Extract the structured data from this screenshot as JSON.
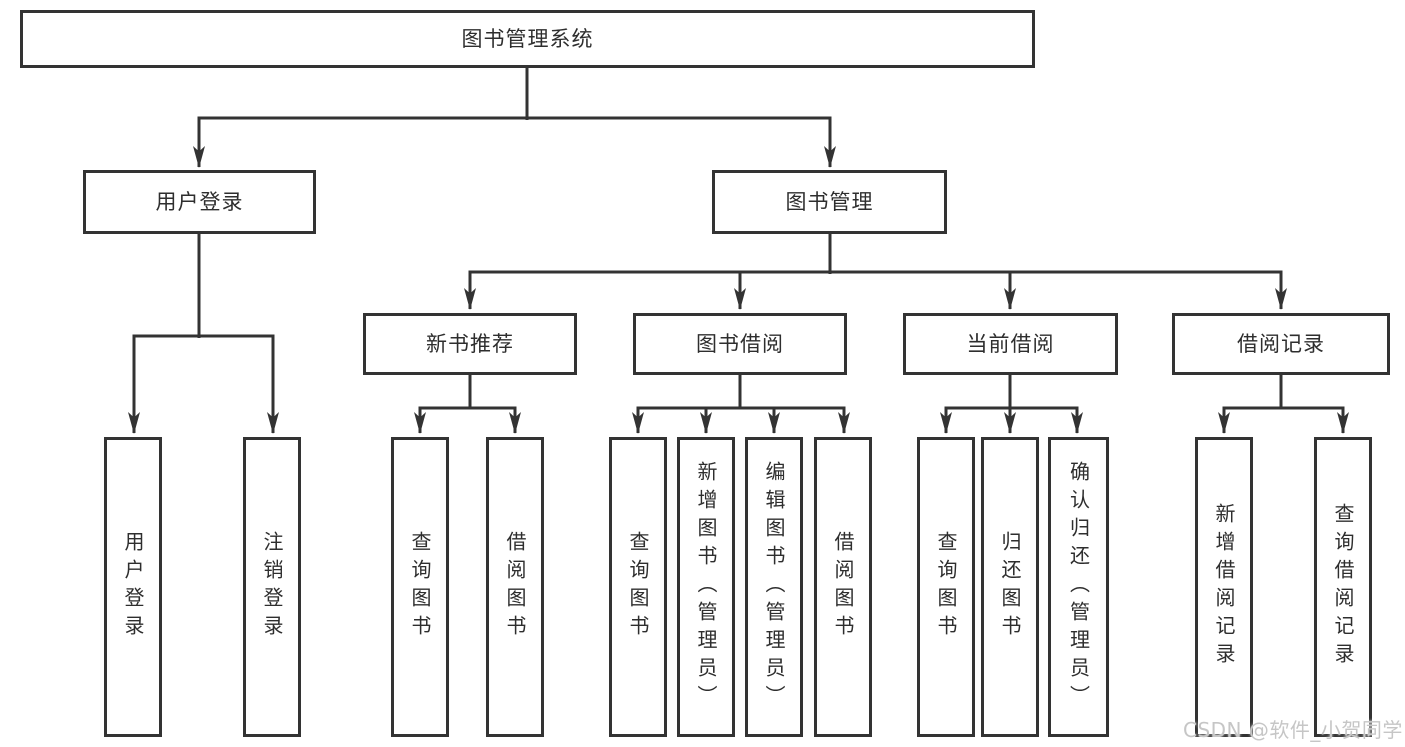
{
  "diagram": {
    "watermark": "CSDN @软件_小贺同学",
    "colors": {
      "line": "#333333",
      "text": "#2e2e2e",
      "box_background": "#ffffff",
      "watermark_text": "#c6c6c6"
    },
    "root": {
      "label": "图书管理系统",
      "children": [
        {
          "label": "用户登录",
          "children": [
            {
              "label": "用户登录"
            },
            {
              "label": "注销登录"
            }
          ]
        },
        {
          "label": "图书管理",
          "children": [
            {
              "label": "新书推荐",
              "children": [
                {
                  "label": "查询图书"
                },
                {
                  "label": "借阅图书"
                }
              ]
            },
            {
              "label": "图书借阅",
              "children": [
                {
                  "label": "查询图书"
                },
                {
                  "label": "新增图书（管理员）"
                },
                {
                  "label": "编辑图书（管理员）"
                },
                {
                  "label": "借阅图书"
                }
              ]
            },
            {
              "label": "当前借阅",
              "children": [
                {
                  "label": "查询图书"
                },
                {
                  "label": "归还图书"
                },
                {
                  "label": "确认归还（管理员）"
                }
              ]
            },
            {
              "label": "借阅记录",
              "children": [
                {
                  "label": "新增借阅记录"
                },
                {
                  "label": "查询借阅记录"
                }
              ]
            }
          ]
        }
      ]
    }
  }
}
